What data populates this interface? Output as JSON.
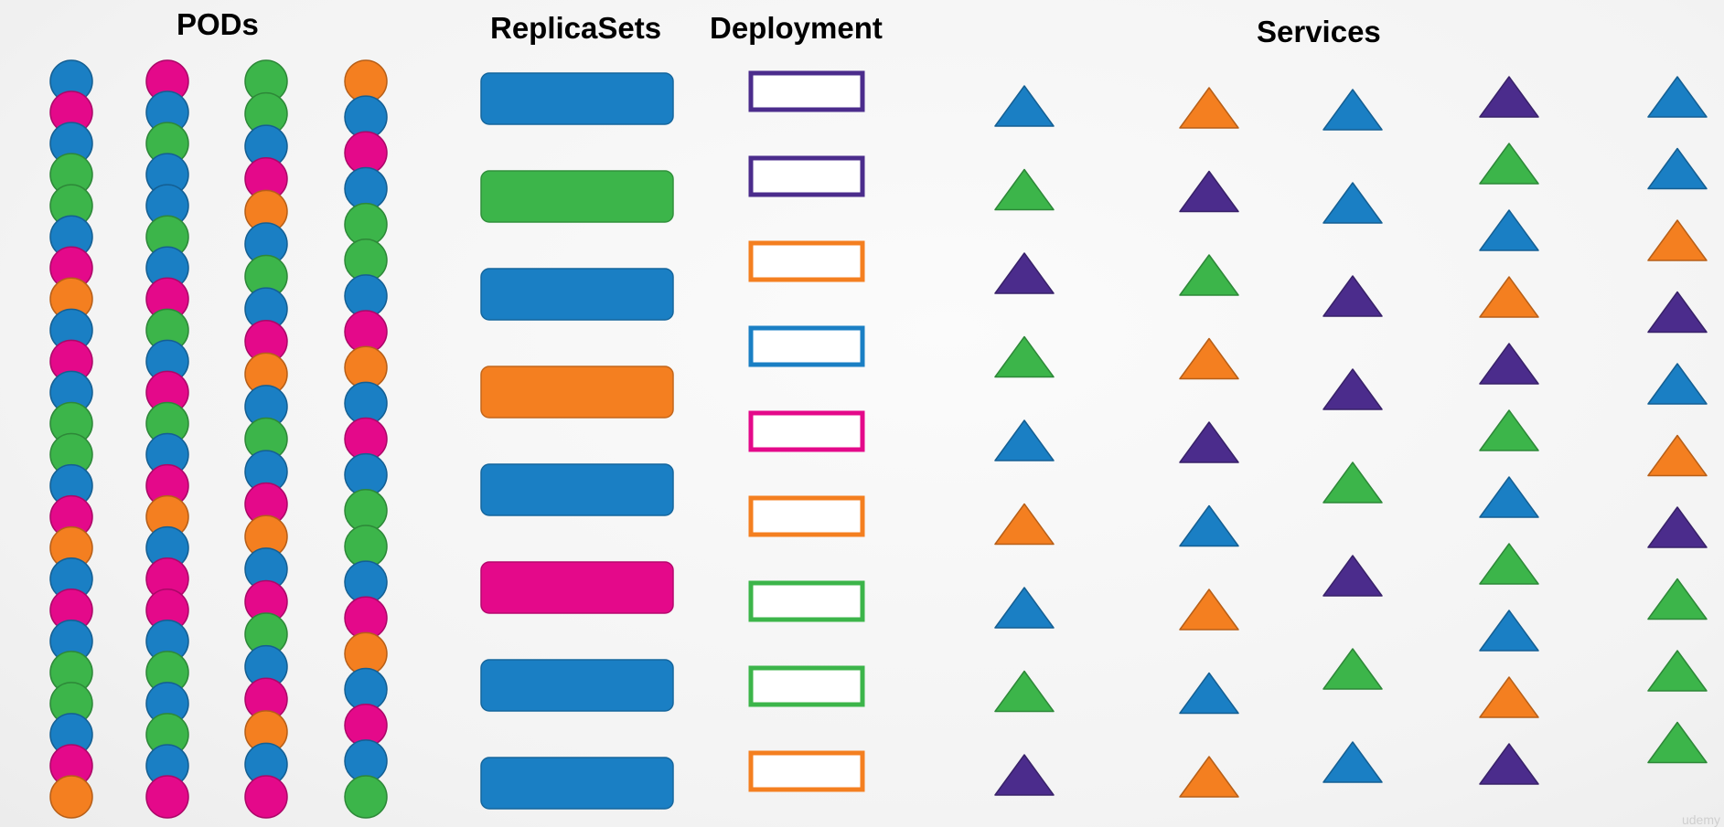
{
  "titles": {
    "pods": "PODs",
    "replicasets": "ReplicaSets",
    "deployment": "Deployment",
    "services": "Services"
  },
  "watermark": "udemy",
  "palette": {
    "blue": "#1a7fc4",
    "green": "#3cb54a",
    "pink": "#e4098a",
    "orange": "#f47f20",
    "purple": "#4b2c8c"
  },
  "pods": [
    [
      "blue",
      "pink",
      "blue",
      "green",
      "green",
      "blue",
      "pink",
      "orange",
      "blue",
      "pink",
      "blue",
      "green",
      "green",
      "blue",
      "pink",
      "orange",
      "blue",
      "pink",
      "blue",
      "green",
      "green",
      "blue",
      "pink",
      "orange"
    ],
    [
      "pink",
      "blue",
      "green",
      "blue",
      "blue",
      "green",
      "blue",
      "pink",
      "green",
      "blue",
      "pink",
      "green",
      "blue",
      "pink",
      "orange",
      "blue",
      "pink",
      "pink",
      "blue",
      "green",
      "blue",
      "green",
      "blue",
      "pink"
    ],
    [
      "green",
      "green",
      "blue",
      "pink",
      "orange",
      "blue",
      "green",
      "blue",
      "pink",
      "orange",
      "blue",
      "green",
      "blue",
      "pink",
      "orange",
      "blue",
      "pink",
      "green",
      "blue",
      "pink",
      "orange",
      "blue",
      "pink"
    ],
    [
      "orange",
      "blue",
      "pink",
      "blue",
      "green",
      "green",
      "blue",
      "pink",
      "orange",
      "blue",
      "pink",
      "blue",
      "green",
      "green",
      "blue",
      "pink",
      "orange",
      "blue",
      "pink",
      "blue",
      "green"
    ]
  ],
  "replicasets": [
    "blue",
    "green",
    "blue",
    "orange",
    "blue",
    "pink",
    "blue",
    "blue"
  ],
  "deployments": [
    "purple",
    "purple",
    "orange",
    "blue",
    "pink",
    "orange",
    "green",
    "green",
    "orange"
  ],
  "services": [
    [
      "blue",
      "green",
      "purple",
      "green",
      "blue",
      "orange",
      "blue",
      "green",
      "purple"
    ],
    [
      "orange",
      "purple",
      "green",
      "orange",
      "purple",
      "blue",
      "orange",
      "blue",
      "orange"
    ],
    [
      "blue",
      "blue",
      "purple",
      "purple",
      "green",
      "purple",
      "green",
      "blue"
    ],
    [
      "purple",
      "green",
      "blue",
      "orange",
      "purple",
      "green",
      "blue",
      "green",
      "blue",
      "orange",
      "purple"
    ],
    [
      "blue",
      "blue",
      "orange",
      "purple",
      "blue",
      "orange",
      "purple",
      "green",
      "green",
      "green"
    ]
  ]
}
